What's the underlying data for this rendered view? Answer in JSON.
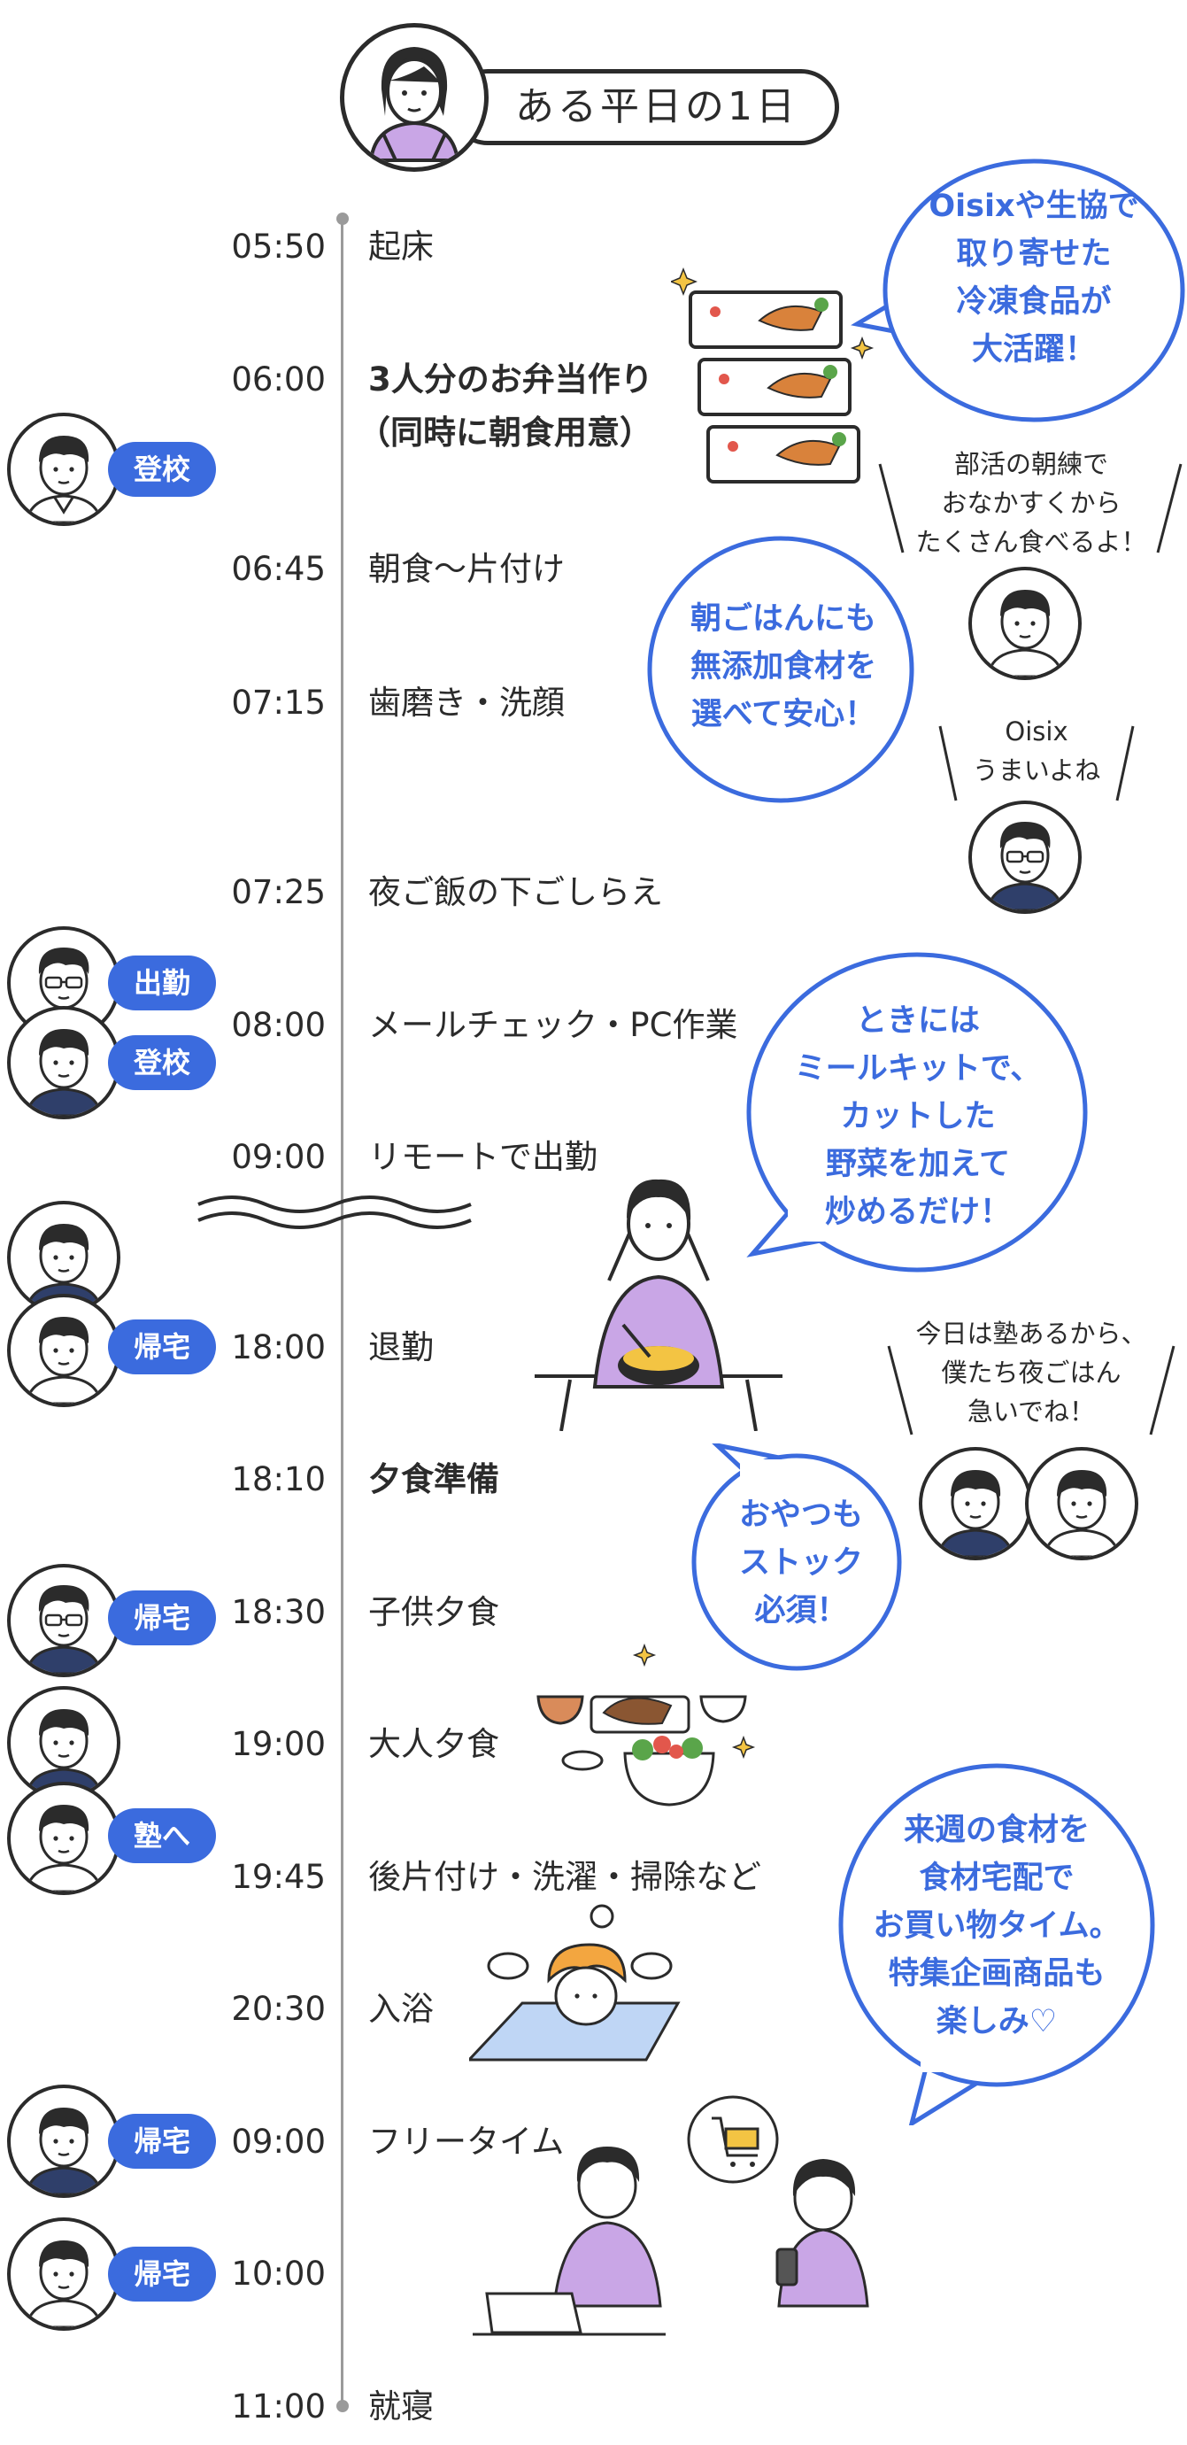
{
  "header": {
    "title": "ある平日の1日"
  },
  "timeline": [
    {
      "time": "05:50",
      "event": "起床",
      "bold": false
    },
    {
      "time": "06:00",
      "event": "3人分のお弁当作り",
      "bold": true
    },
    {
      "time": "",
      "event": "（同時に朝食用意）",
      "bold": true
    },
    {
      "time": "06:45",
      "event": "朝食〜片付け",
      "bold": false
    },
    {
      "time": "07:15",
      "event": "歯磨き・洗顔",
      "bold": false
    },
    {
      "time": "07:25",
      "event": "夜ご飯の下ごしらえ",
      "bold": false
    },
    {
      "time": "08:00",
      "event": "メールチェック・PC作業",
      "bold": false
    },
    {
      "time": "09:00",
      "event": "リモートで出勤",
      "bold": false
    },
    {
      "time": "18:00",
      "event": "退勤",
      "bold": false
    },
    {
      "time": "18:10",
      "event": "夕食準備",
      "bold": true
    },
    {
      "time": "18:30",
      "event": "子供夕食",
      "bold": false
    },
    {
      "time": "19:00",
      "event": "大人夕食",
      "bold": false
    },
    {
      "time": "19:45",
      "event": "後片付け・洗濯・掃除など",
      "bold": false
    },
    {
      "time": "20:30",
      "event": "入浴",
      "bold": false
    },
    {
      "time": "09:00",
      "event": "フリータイム",
      "bold": false
    },
    {
      "time": "10:00",
      "event": "",
      "bold": false
    },
    {
      "time": "11:00",
      "event": "就寝",
      "bold": false
    }
  ],
  "badges": {
    "b1": "登校",
    "b2": "出勤",
    "b3": "登校",
    "b4": "帰宅",
    "b5": "帰宅",
    "b6": "塾へ",
    "b7": "帰宅",
    "b8": "帰宅"
  },
  "bubbles": {
    "oisix": "Oisixや生協で\n取り寄せた\n冷凍食品が\n大活躍！",
    "breakfast": "朝ごはんにも\n無添加食材を\n選べて安心！",
    "mealkit": "ときには\nミールキットで、\nカットした\n野菜を加えて\n炒めるだけ！",
    "snack": "おやつも\nストック\n必須！",
    "shopping": "来週の食材を\n食材宅配で\nお買い物タイム。\n特集企画商品も\n楽しみ♡"
  },
  "speech": {
    "son_morning": "部活の朝練で\nおなかすくから\nたくさん食べるよ！",
    "dad": "Oisix\nうまいよね",
    "kids_evening": "今日は塾あるから、\n僕たち夜ごはん\n急いでね！"
  },
  "colors": {
    "accent": "#3b6bde",
    "ink": "#2b2b2b",
    "line": "#9a9a9a",
    "apron": "#c9a6e6",
    "hair_orange": "#f3a640",
    "bath_water": "#bfd6f5"
  }
}
